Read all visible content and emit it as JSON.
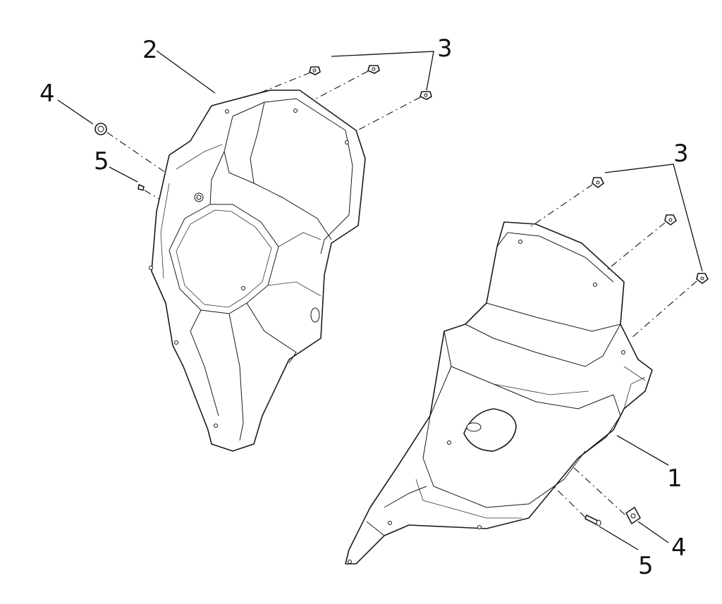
{
  "callouts": {
    "c1": "1",
    "c2": "2",
    "c3_top": "3",
    "c3_right": "3",
    "c4_left": "4",
    "c4_right": "4",
    "c5_left": "5",
    "c5_right": "5"
  }
}
